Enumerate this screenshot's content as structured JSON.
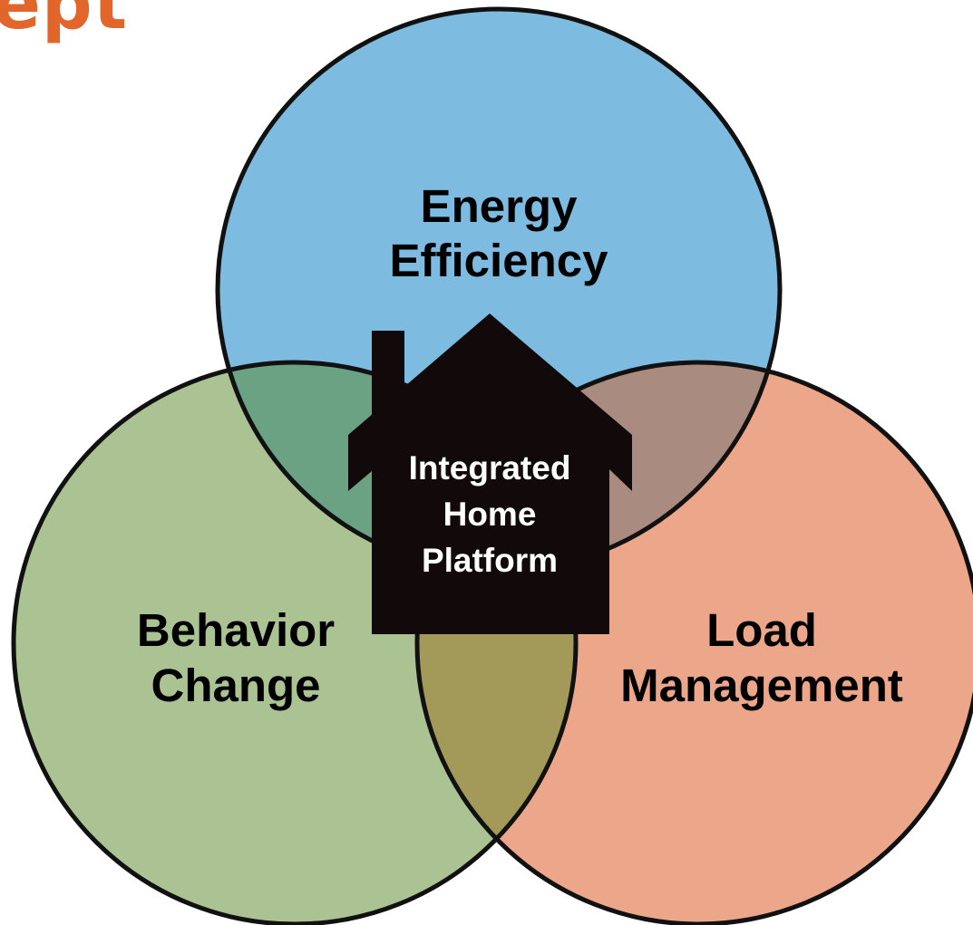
{
  "header": {
    "title_fragment": "ept"
  },
  "diagram": {
    "circles": [
      {
        "id": "energy-efficiency",
        "lines": [
          "Energy",
          "Efficiency"
        ],
        "color": "#7dbbe0"
      },
      {
        "id": "behavior-change",
        "lines": [
          "Behavior",
          "Change"
        ],
        "color": "#abc393"
      },
      {
        "id": "load-management",
        "lines": [
          "Load",
          "Management"
        ],
        "color": "#eca78a"
      }
    ],
    "center": {
      "lines": [
        "Integrated",
        "Home",
        "Platform"
      ]
    }
  },
  "colors": {
    "title": "#e2662a",
    "outline": "#111111",
    "house": "#120a0a",
    "house_text": "#ffffff",
    "overlap_blue_green": "#6ba284",
    "overlap_blue_orange": "#a98b7f",
    "overlap_green_orange": "#a39a5a"
  }
}
